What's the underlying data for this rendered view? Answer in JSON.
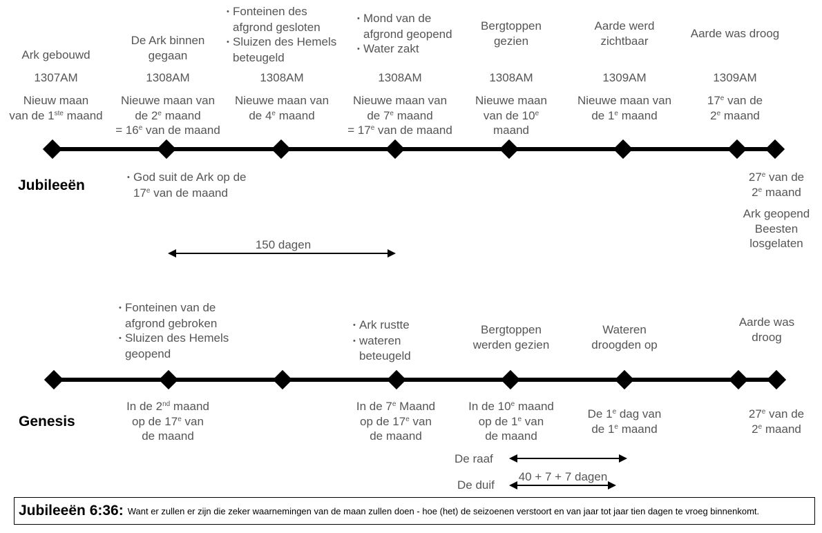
{
  "jubilees": {
    "label": "Jubileeën",
    "events": [
      {
        "top": [
          "Ark gebouwd"
        ],
        "year": "1307AM",
        "moon": [
          "Nieuw maan",
          "van de 1|ste| maand"
        ]
      },
      {
        "top": [
          "De Ark binnen",
          "gegaan"
        ],
        "year": "1308AM",
        "moon": [
          "Nieuwe maan van",
          "de 2|e| maand",
          "= 16|e| van de maand"
        ]
      },
      {
        "top_bullets": [
          [
            "Fonteinen des",
            "afgrond gesloten"
          ],
          [
            "Sluizen des Hemels",
            "beteugeld"
          ]
        ],
        "year": "1308AM",
        "moon": [
          "Nieuwe maan van",
          "de 4|e| maand"
        ]
      },
      {
        "top_bullets": [
          [
            "Mond van de",
            "afgrond geopend"
          ],
          [
            "Water zakt"
          ]
        ],
        "year": "1308AM",
        "moon": [
          "Nieuwe maan van",
          "de 7|e| maand",
          "= 17|e| van de maand"
        ]
      },
      {
        "top": [
          "Bergtoppen",
          "gezien"
        ],
        "year": "1308AM",
        "moon": [
          "Nieuwe maan",
          "van de 10|e|",
          "maand"
        ]
      },
      {
        "top": [
          "Aarde werd",
          "zichtbaar"
        ],
        "year": "1309AM",
        "moon": [
          "Nieuwe maan van",
          "de 1|e| maand"
        ]
      },
      {
        "top": [
          "Aarde was droog"
        ],
        "year": "1309AM",
        "moon": [
          "17|e| van de",
          "2|e| maand"
        ]
      }
    ],
    "below_bullet": [
      "God suit de Ark op de",
      "17|e| van de maand"
    ],
    "below_end": [
      "27|e| van de",
      "2|e| maand"
    ],
    "below_end2": [
      "Ark geopend",
      "Beesten",
      "losgelaten"
    ],
    "span_label": "150 dagen"
  },
  "genesis": {
    "label": "Genesis",
    "top_bullets_1": [
      [
        "Fonteinen van de",
        "afgrond gebroken"
      ],
      [
        "Sluizen des Hemels",
        "geopend"
      ]
    ],
    "top_bullets_2": [
      [
        "Ark rustte"
      ],
      [
        "wateren",
        "beteugeld"
      ]
    ],
    "top_3": [
      "Bergtoppen",
      "werden gezien"
    ],
    "top_4": [
      "Wateren",
      "droogden op"
    ],
    "top_5": [
      "Aarde was",
      "droog"
    ],
    "below_1": [
      "In de 2|nd| maand",
      "op de 17|e| van",
      "de maand"
    ],
    "below_2": [
      "In de 7|e| Maand",
      "op de 17|e| van",
      "de maand"
    ],
    "below_3": [
      "In de 10|e| maand",
      "op de 1|e| van",
      "de maand"
    ],
    "below_4": [
      "De 1|e| dag van",
      "de 1|e| maand"
    ],
    "below_5": [
      "27|e| van de",
      "2|e| maand"
    ],
    "raven_label": "De raaf",
    "dove_label": "De duif",
    "dove_span": "40 + 7 + 7 dagen"
  },
  "footer": {
    "reference": "Jubileeën 6:36:",
    "quote": "Want er zullen er zijn die zeker waarnemingen van de maan zullen doen - hoe (het) de seizoenen verstoort en van jaar tot jaar tien dagen te vroeg binnenkomt."
  }
}
